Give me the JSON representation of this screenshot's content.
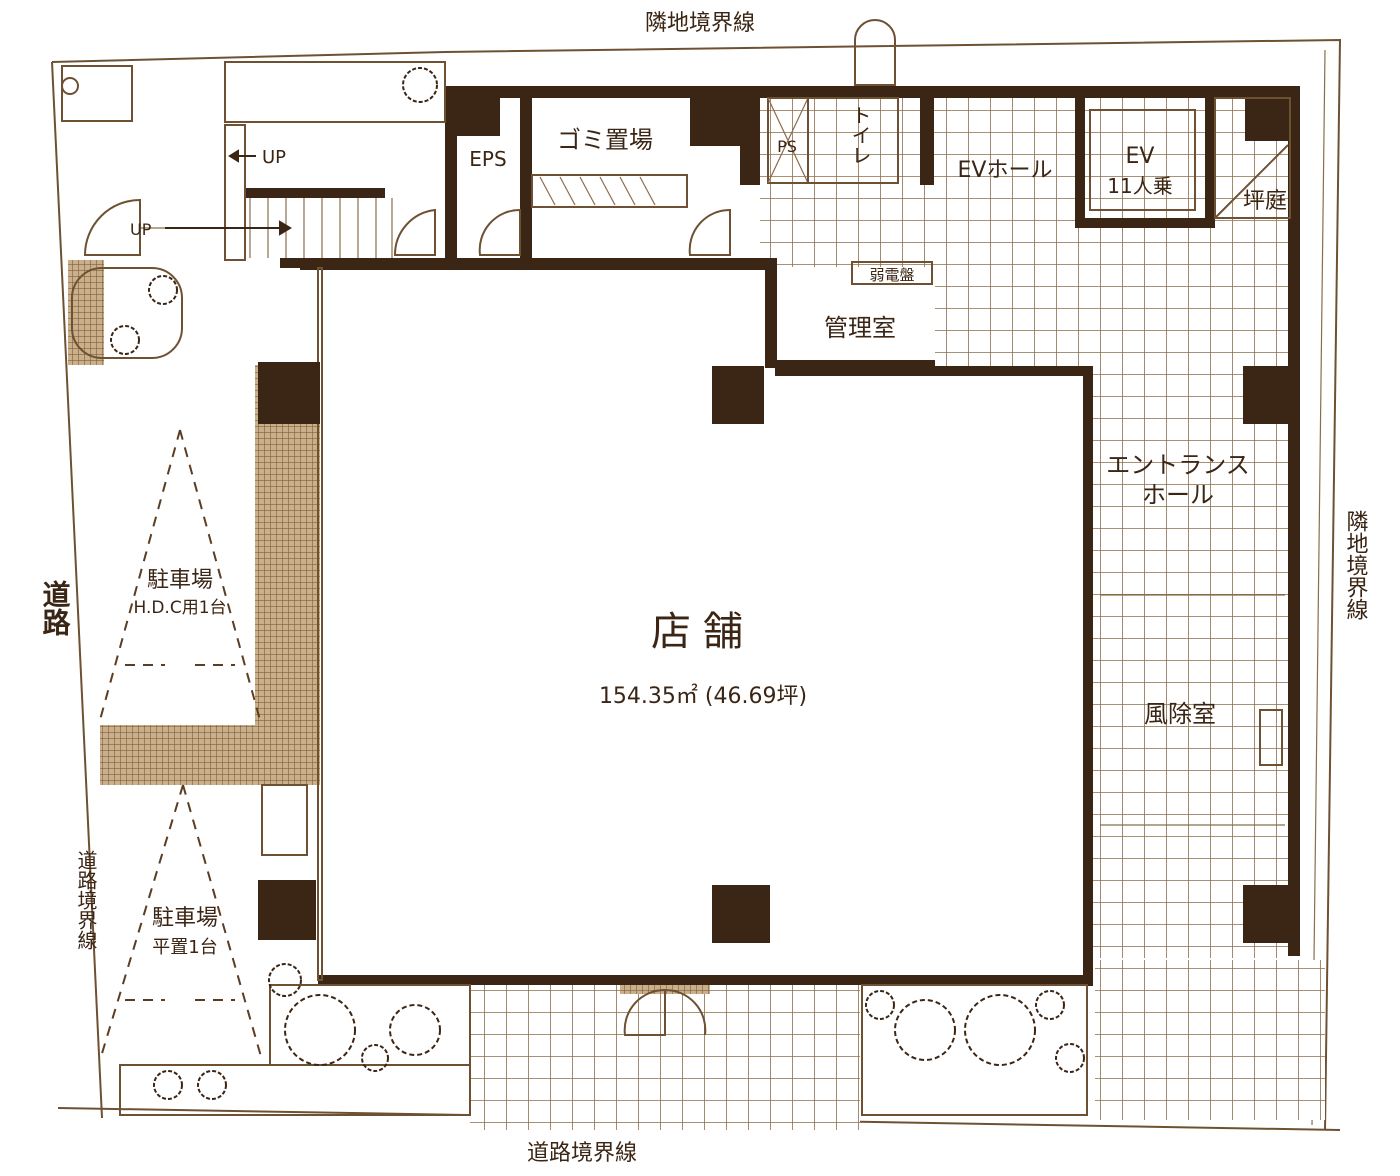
{
  "title": "Floor plan",
  "boundaries": {
    "top": "隣地境界線",
    "right": "隣地境界線",
    "bottom": "道路境界線",
    "left_lower": "道路境界線",
    "road": "道路"
  },
  "rooms": {
    "eps": "EPS",
    "garbage": "ゴミ置場",
    "ps": "PS",
    "toilet": "トイレ",
    "ev_hall": "EVホール",
    "ev": "EV",
    "ev_capacity": "11人乗",
    "courtyard": "坪庭",
    "weak_panel": "弱電盤",
    "management": "管理室",
    "entrance_hall_line1": "エントランス",
    "entrance_hall_line2": "ホール",
    "vestibule": "風除室",
    "store": "店舗",
    "store_area": "154.35㎡ (46.69坪)",
    "parking1": "駐車場",
    "parking1_note": "H.D.C用1台",
    "parking2": "駐車場",
    "parking2_note": "平置1台",
    "stair_up1": "UP",
    "stair_up2": "UP"
  },
  "colors": {
    "wall": "#3b2514",
    "line": "#6e5133",
    "background": "#ffffff"
  }
}
